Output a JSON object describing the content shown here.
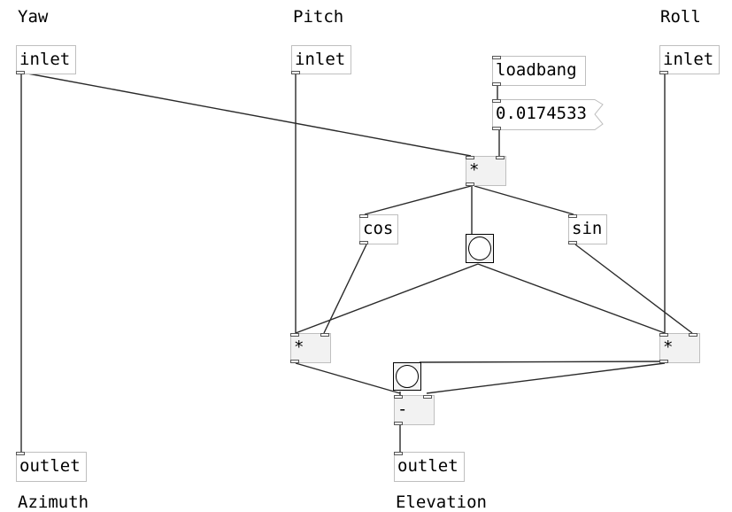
{
  "labels": {
    "yaw": "Yaw",
    "pitch": "Pitch",
    "roll": "Roll",
    "azimuth": "Azimuth",
    "elevation": "Elevation"
  },
  "objects": {
    "inlet_yaw": "inlet",
    "inlet_pitch": "inlet",
    "inlet_roll": "inlet",
    "loadbang": "loadbang",
    "deg_to_rad": "0.0174533",
    "mul_top": "*",
    "cos": "cos",
    "sin": "sin",
    "mul_left": "*",
    "mul_right": "*",
    "subtract": "-",
    "outlet_azimuth": "outlet",
    "outlet_elevation": "outlet"
  }
}
